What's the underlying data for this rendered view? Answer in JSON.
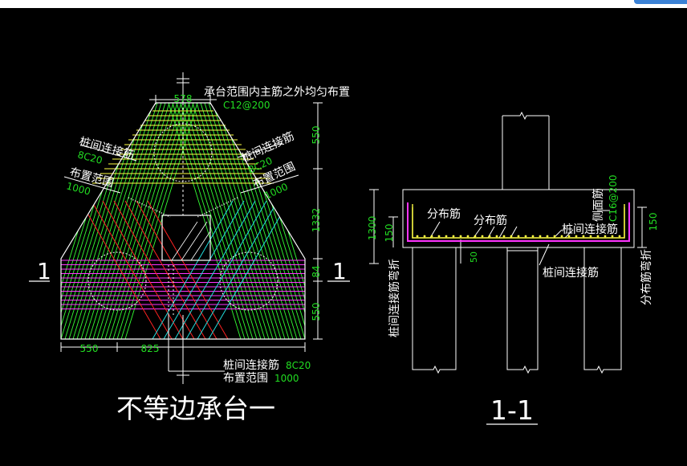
{
  "colors": {
    "background": "#000000",
    "outline": "#ffffff",
    "dim_green": "#22dd22",
    "yellow": "#ffff44",
    "magenta": "#ff33ff",
    "red": "#ff2222",
    "cyan": "#22dddd",
    "green_bar": "#33ff33"
  },
  "plan": {
    "note_top": "承台范围内主筋之外均匀布置",
    "rebar_top": "C12@200",
    "dim_top_width": "578",
    "dim_left": "550",
    "dim_mid": "825",
    "dim_right_1": "550",
    "dim_right_2": "1332",
    "dim_right_3": "84",
    "dim_right_4": "550",
    "left_label_1": "桩间连接筋",
    "left_label_2": "8C20",
    "left_label_3": "布置范围",
    "left_label_4": "1000",
    "right_label_1": "桩间连接筋",
    "right_label_2": "8C20",
    "right_label_3": "布置范围",
    "right_label_4": "1000",
    "bottom_label_1": "桩间连接筋",
    "bottom_label_2": "8C20",
    "bottom_label_3": "布置范围",
    "bottom_label_4": "1000",
    "section_mark_left": "1",
    "section_mark_right": "1",
    "title": "不等边承台一"
  },
  "section": {
    "title": "1-1",
    "dim_height": "1300",
    "dim_150_left": "150",
    "dim_150_right": "150",
    "dim_50": "50",
    "label_dist_1": "分布筋",
    "label_dist_2": "分布筋",
    "label_link_top": "桩间连接筋",
    "label_link_bottom": "桩间连接筋",
    "label_side_bar": "侧面筋",
    "label_side_spec": "C16@200",
    "label_left_vertical": "桩间连接筋弯折",
    "label_right_vertical": "分布筋弯折"
  }
}
